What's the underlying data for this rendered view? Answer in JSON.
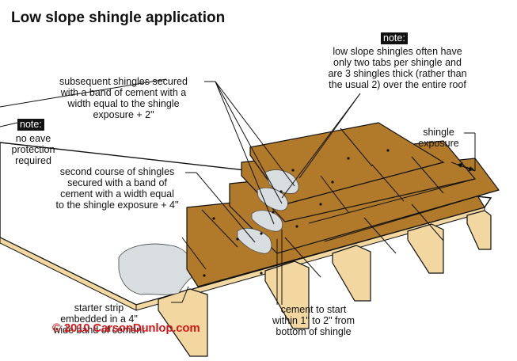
{
  "title": "Low slope shingle application",
  "notes": {
    "badge": "note:",
    "eave_text_lines": [
      "no eave",
      "protection",
      "required"
    ],
    "tabs_text_lines": [
      "low slope shingles often have",
      "only two tabs per shingle and",
      "are 3 shingles thick (rather  than",
      "the usual 2) over the entire roof"
    ]
  },
  "labels": {
    "subsequent_lines": [
      "subsequent shingles secured",
      "with a band of cement with a",
      "width equal to the shingle",
      "exposure + 2\""
    ],
    "second_course_lines": [
      "second course of shingles",
      "secured with a band of",
      "cement with a width equal",
      "to the shingle exposure + 4\""
    ],
    "shingle_exposure_lines": [
      "shingle",
      "exposure"
    ],
    "starter_strip_lines": [
      "starter strip",
      "embedded in a 4\"",
      "wide band of cement"
    ],
    "cement_start_lines": [
      "cement to start",
      "within 1\" to 2\" from",
      "bottom of shingle"
    ]
  },
  "watermark": "© 2010 CarsonDunlop.com",
  "colors": {
    "shingle": "#b07a2a",
    "shingle_dark": "#8a5d1c",
    "wood": "#f2d8a0",
    "cement": "#d8dde0",
    "outline": "#111111",
    "watermark": "#d11a1a"
  }
}
